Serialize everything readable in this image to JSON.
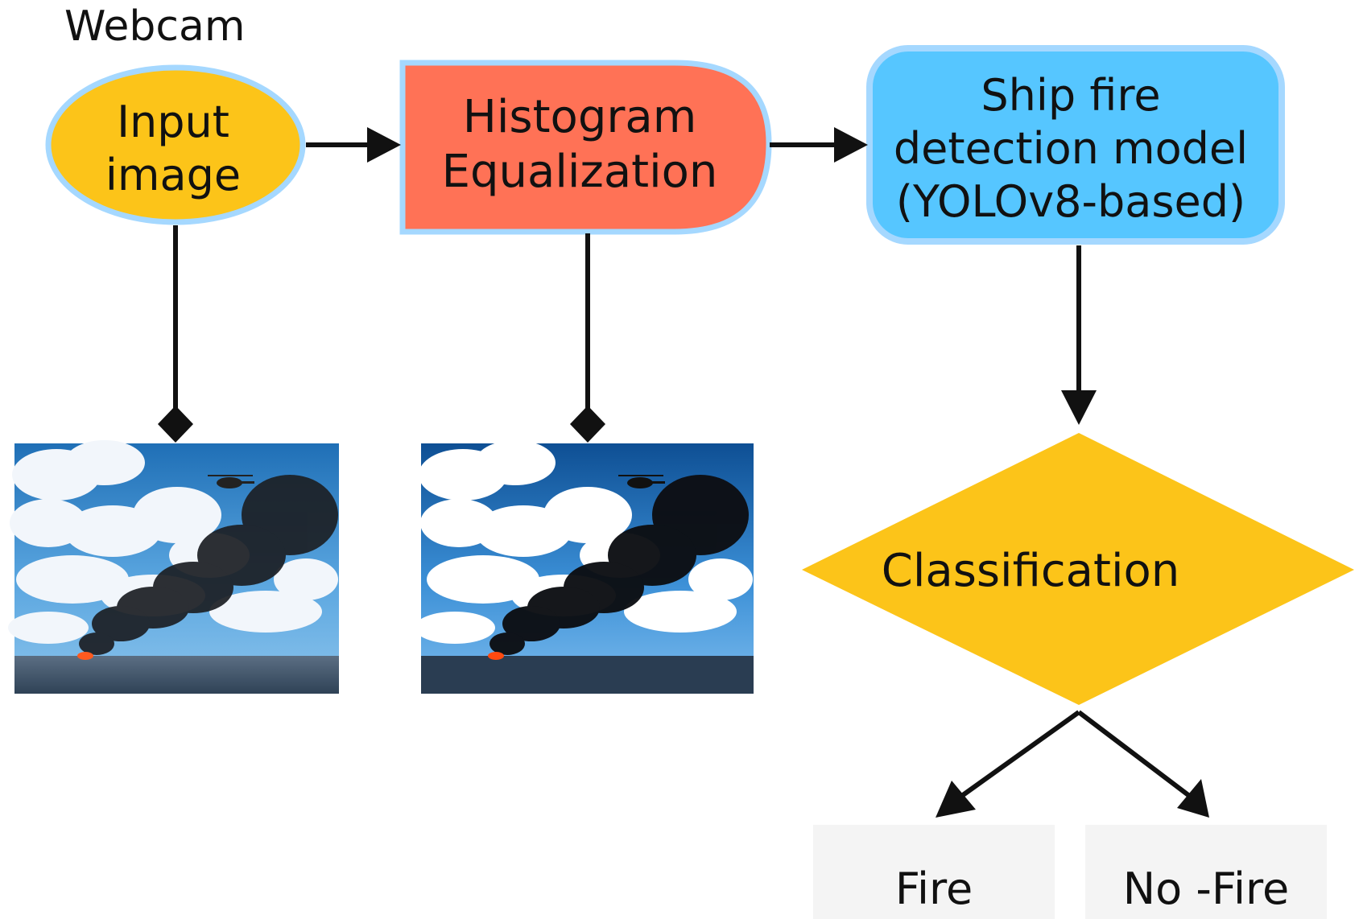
{
  "caption": "Webcam",
  "nodes": {
    "input": {
      "label": "Input\nimage",
      "fill": "#fcc419",
      "stroke": "#a5d8ff"
    },
    "histogram": {
      "label": "Histogram\nEqualization",
      "fill": "#ff7256",
      "stroke": "#a5d8ff"
    },
    "model": {
      "label": "Ship fire\ndetection model\n(YOLOv8-based)",
      "fill": "#56c6ff",
      "stroke": "#a5d8ff"
    },
    "classification": {
      "label": "Classification",
      "fill": "#fcc419"
    }
  },
  "outputs": {
    "fire": {
      "label": "Fire"
    },
    "no_fire": {
      "label": "No -Fire"
    }
  },
  "images": {
    "original": {
      "description_icon": "ship-fire-photo-icon"
    },
    "equalized": {
      "description_icon": "ship-fire-photo-equalized-icon"
    }
  },
  "colors": {
    "connector": "#111111",
    "output_box": "#f4f4f4"
  }
}
